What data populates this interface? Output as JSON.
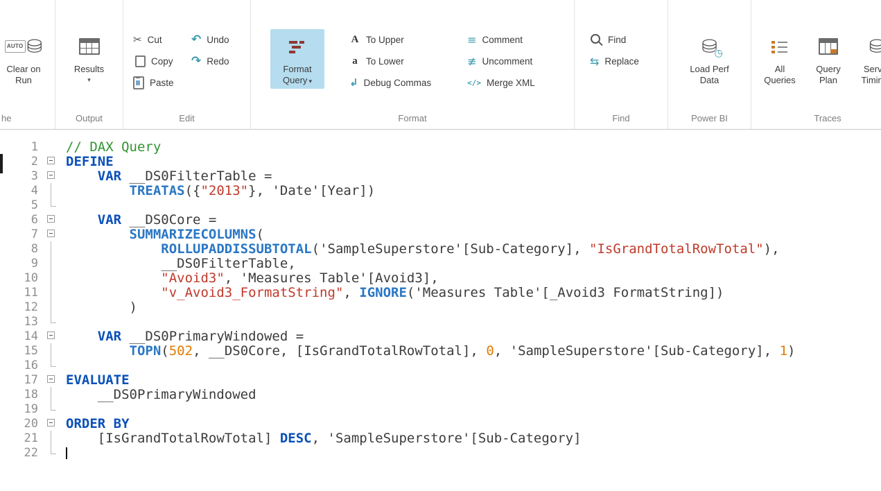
{
  "colors": {
    "comment": "#2f9331",
    "keyword": "#0a50b8",
    "function": "#2a77c4",
    "string": "#bf3a2b",
    "number": "#e07c00",
    "text": "#3c3c3c",
    "line_number": "#8f8f8f",
    "ribbon_highlight": "#b5ddef",
    "accent_teal": "#3a9aad",
    "accent_orange": "#c87b2a"
  },
  "icons": {
    "caret": "▾",
    "cut": "✂",
    "undo": "↶",
    "redo": "↷",
    "to_upper": "A",
    "to_lower": "a",
    "debug_commas": "↲",
    "comment": "≡",
    "uncomment": "≢",
    "merge_xml": "</>",
    "replace": "⇆",
    "database": "⛁",
    "clock": "◷"
  },
  "ribbon": {
    "groups": [
      {
        "label": "he",
        "buttons": [
          {
            "label": "Clear on Run",
            "badge": "AUTO"
          }
        ]
      },
      {
        "label": "Output",
        "buttons": [
          {
            "label": "Results"
          }
        ]
      },
      {
        "label": "Edit",
        "buttons": [
          {
            "label": "Cut"
          },
          {
            "label": "Copy"
          },
          {
            "label": "Paste"
          },
          {
            "label": "Undo"
          },
          {
            "label": "Redo"
          }
        ]
      },
      {
        "label": "Format",
        "buttons": [
          {
            "label": "Format Query"
          },
          {
            "label": "To Upper"
          },
          {
            "label": "To Lower"
          },
          {
            "label": "Debug Commas"
          },
          {
            "label": "Comment"
          },
          {
            "label": "Uncomment"
          },
          {
            "label": "Merge XML"
          }
        ]
      },
      {
        "label": "Find",
        "buttons": [
          {
            "label": "Find"
          },
          {
            "label": "Replace"
          }
        ]
      },
      {
        "label": "Power BI",
        "buttons": [
          {
            "label": "Load Perf Data"
          }
        ]
      },
      {
        "label": "Traces",
        "buttons": [
          {
            "label": "All Queries"
          },
          {
            "label": "Query Plan"
          },
          {
            "label": "Server Timings"
          }
        ]
      }
    ]
  },
  "editor": {
    "lines": [
      {
        "n": 1,
        "fold": "",
        "t": [
          [
            "c",
            "// DAX Query"
          ]
        ]
      },
      {
        "n": 2,
        "fold": "box",
        "t": [
          [
            "k",
            "DEFINE"
          ]
        ]
      },
      {
        "n": 3,
        "fold": "box",
        "t": [
          [
            "p",
            "    "
          ],
          [
            "k",
            "VAR"
          ],
          [
            "p",
            " __DS0FilterTable ="
          ]
        ]
      },
      {
        "n": 4,
        "fold": "line",
        "t": [
          [
            "p",
            "        "
          ],
          [
            "f",
            "TREATAS"
          ],
          [
            "p",
            "({"
          ],
          [
            "s",
            "\"2013\""
          ],
          [
            "p",
            "}, 'Date'[Year])"
          ]
        ]
      },
      {
        "n": 5,
        "fold": "end",
        "t": []
      },
      {
        "n": 6,
        "fold": "box",
        "t": [
          [
            "p",
            "    "
          ],
          [
            "k",
            "VAR"
          ],
          [
            "p",
            " __DS0Core ="
          ]
        ]
      },
      {
        "n": 7,
        "fold": "box",
        "t": [
          [
            "p",
            "        "
          ],
          [
            "f",
            "SUMMARIZECOLUMNS"
          ],
          [
            "p",
            "("
          ]
        ]
      },
      {
        "n": 8,
        "fold": "line",
        "t": [
          [
            "p",
            "            "
          ],
          [
            "f",
            "ROLLUPADDISSUBTOTAL"
          ],
          [
            "p",
            "('SampleSuperstore'[Sub-Category], "
          ],
          [
            "s",
            "\"IsGrandTotalRowTotal\""
          ],
          [
            "p",
            "),"
          ]
        ]
      },
      {
        "n": 9,
        "fold": "line",
        "t": [
          [
            "p",
            "            __DS0FilterTable,"
          ]
        ]
      },
      {
        "n": 10,
        "fold": "line",
        "t": [
          [
            "p",
            "            "
          ],
          [
            "s",
            "\"Avoid3\""
          ],
          [
            "p",
            ", 'Measures Table'[Avoid3],"
          ]
        ]
      },
      {
        "n": 11,
        "fold": "line",
        "t": [
          [
            "p",
            "            "
          ],
          [
            "s",
            "\"v_Avoid3_FormatString\""
          ],
          [
            "p",
            ", "
          ],
          [
            "f",
            "IGNORE"
          ],
          [
            "p",
            "('Measures Table'[_Avoid3 FormatString])"
          ]
        ]
      },
      {
        "n": 12,
        "fold": "line",
        "t": [
          [
            "p",
            "        )"
          ]
        ]
      },
      {
        "n": 13,
        "fold": "end",
        "t": []
      },
      {
        "n": 14,
        "fold": "box",
        "t": [
          [
            "p",
            "    "
          ],
          [
            "k",
            "VAR"
          ],
          [
            "p",
            " __DS0PrimaryWindowed ="
          ]
        ]
      },
      {
        "n": 15,
        "fold": "line",
        "t": [
          [
            "p",
            "        "
          ],
          [
            "f",
            "TOPN"
          ],
          [
            "p",
            "("
          ],
          [
            "n",
            "502"
          ],
          [
            "p",
            ", __DS0Core, [IsGrandTotalRowTotal], "
          ],
          [
            "n",
            "0"
          ],
          [
            "p",
            ", 'SampleSuperstore'[Sub-Category], "
          ],
          [
            "n",
            "1"
          ],
          [
            "p",
            ")"
          ]
        ]
      },
      {
        "n": 16,
        "fold": "end",
        "t": []
      },
      {
        "n": 17,
        "fold": "box",
        "t": [
          [
            "k",
            "EVALUATE"
          ]
        ]
      },
      {
        "n": 18,
        "fold": "line",
        "t": [
          [
            "p",
            "    __DS0PrimaryWindowed"
          ]
        ]
      },
      {
        "n": 19,
        "fold": "end",
        "t": []
      },
      {
        "n": 20,
        "fold": "box",
        "t": [
          [
            "k",
            "ORDER BY"
          ]
        ]
      },
      {
        "n": 21,
        "fold": "line",
        "t": [
          [
            "p",
            "    [IsGrandTotalRowTotal] "
          ],
          [
            "k",
            "DESC"
          ],
          [
            "p",
            ", 'SampleSuperstore'[Sub-Category]"
          ]
        ]
      },
      {
        "n": 22,
        "fold": "end",
        "t": [
          [
            "cursor",
            ""
          ]
        ]
      }
    ]
  }
}
